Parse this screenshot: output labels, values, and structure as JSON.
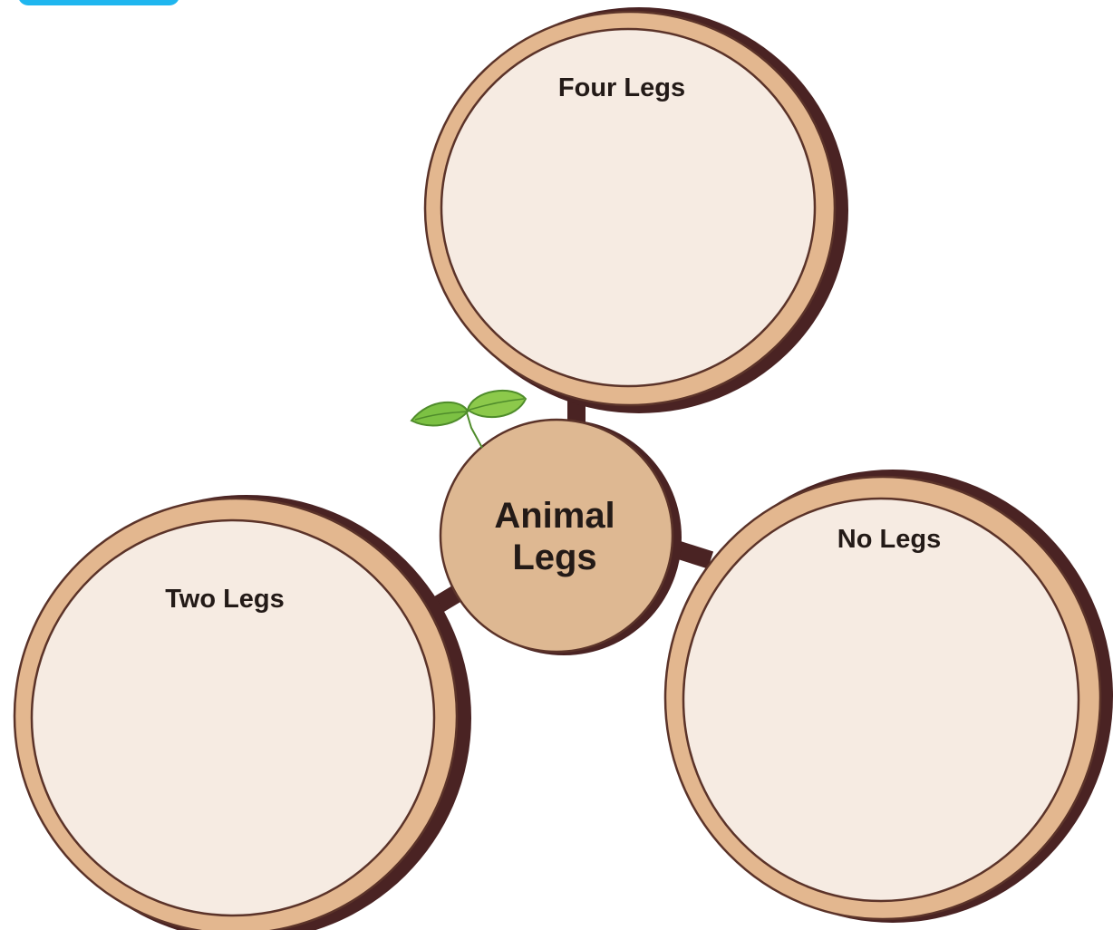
{
  "diagram": {
    "center": "Animal Legs",
    "center_lines": [
      "Animal",
      "Legs"
    ],
    "groups": [
      {
        "id": "four-legs",
        "label": "Four Legs"
      },
      {
        "id": "two-legs",
        "label": "Two Legs"
      },
      {
        "id": "no-legs",
        "label": "No Legs"
      }
    ]
  },
  "colors": {
    "ring_outer": "#4a2323",
    "ring_tan": "#e3b78f",
    "ring_inner_line": "#5b3329",
    "fill_light": "#f6ebe2",
    "center_fill": "#deb892",
    "connector": "#4a2323",
    "leaf_green": "#7cc143",
    "leaf_dark": "#4f8c2b",
    "corner_tab": "#1fb6ef"
  }
}
